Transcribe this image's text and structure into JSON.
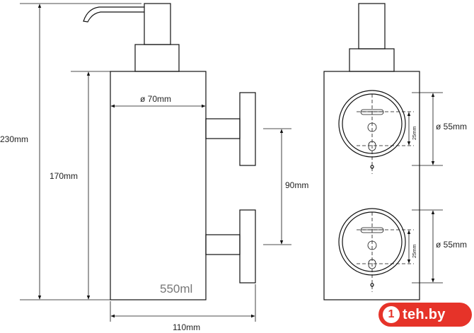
{
  "dimensions": {
    "height_total": "230mm",
    "height_body": "170mm",
    "diameter_body": "ø 70mm",
    "mount_spacing": "90mm",
    "width_total": "110mm",
    "volume": "550ml",
    "plate_diameter_top": "ø 55mm",
    "plate_diameter_bottom": "ø 55mm",
    "screw_spacing_top": "25mm",
    "screw_spacing_bottom": "25mm"
  },
  "watermark": {
    "badge": "1",
    "text": "teh.by"
  },
  "colors": {
    "line": "#111111",
    "watermark_bg": "#e63329"
  }
}
